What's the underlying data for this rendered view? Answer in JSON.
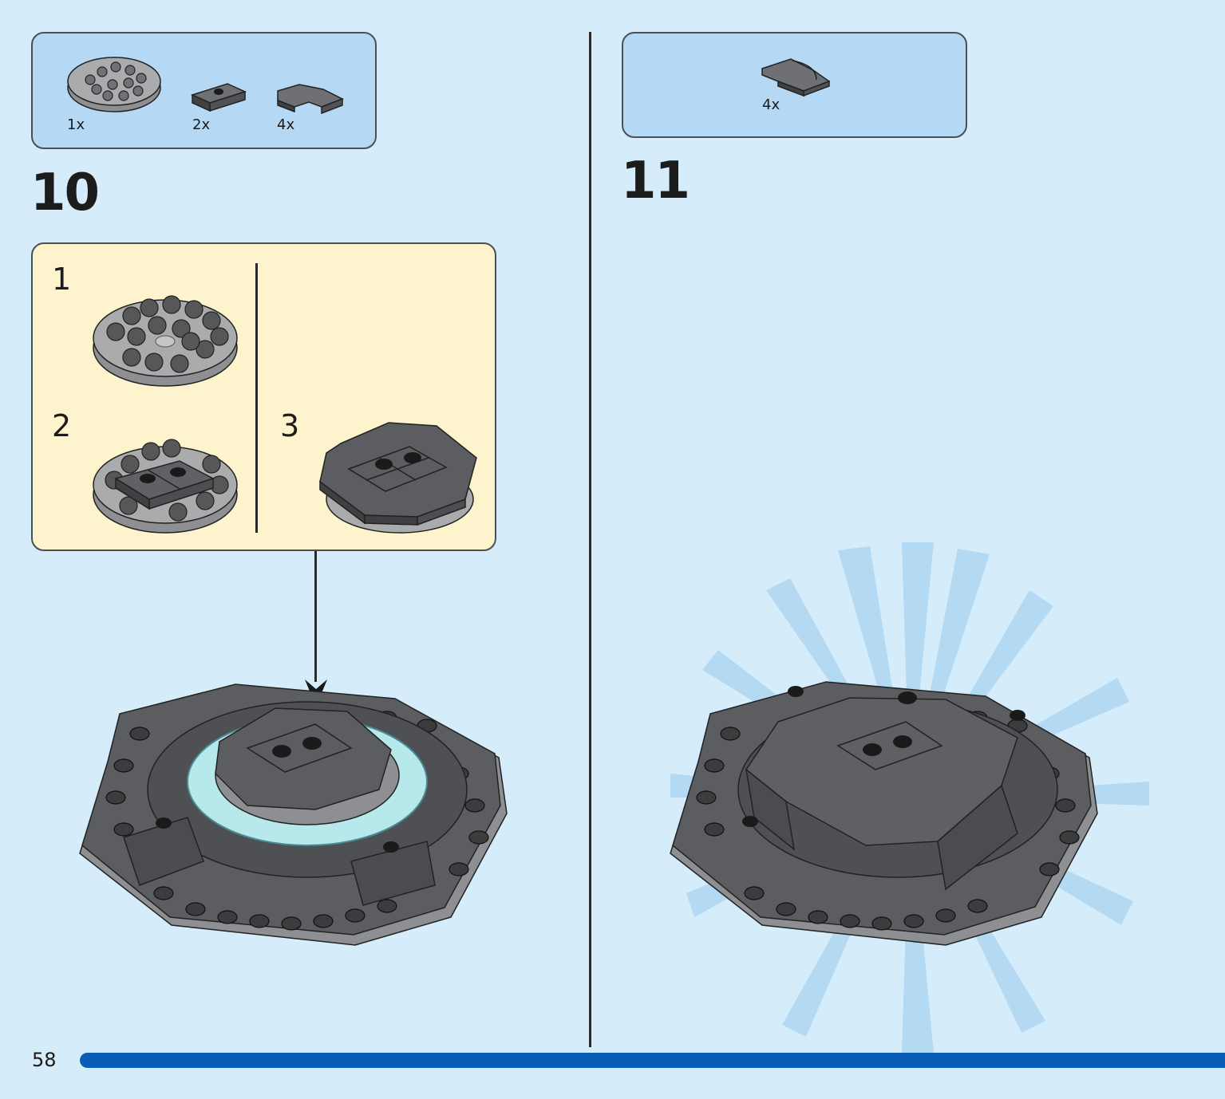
{
  "page": {
    "number": "58"
  },
  "step10": {
    "number": "10",
    "parts": [
      {
        "qty": "1x",
        "icon": "round-plate-icon"
      },
      {
        "qty": "2x",
        "icon": "jumper-plate-icon"
      },
      {
        "qty": "4x",
        "icon": "curved-tile-icon"
      }
    ],
    "substeps": [
      "1",
      "2",
      "3"
    ]
  },
  "step11": {
    "number": "11",
    "parts": [
      {
        "qty": "4x",
        "icon": "curved-slope-icon"
      }
    ]
  },
  "colors": {
    "background": "#d5ecfa",
    "parts_box": "#b5d9f4",
    "substep_box": "#fdf3cc",
    "progress_bar": "#0a5db6",
    "dark_bluish_gray": "#5b5d60",
    "light_bluish_gray": "#a9abad",
    "trans_light_blue": "#b7e8ec"
  }
}
